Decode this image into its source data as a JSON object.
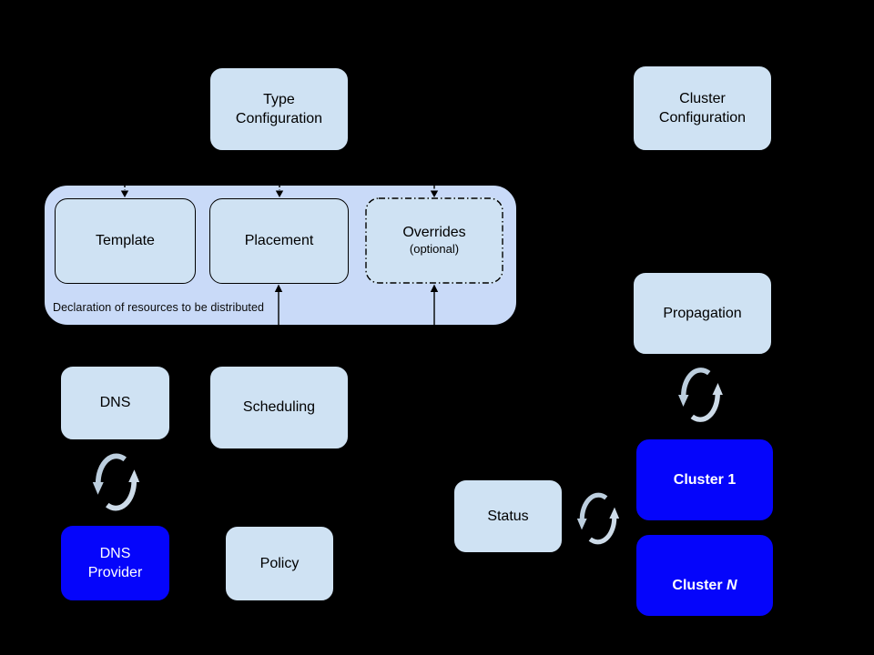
{
  "diagram": {
    "nodes": {
      "type_configuration": {
        "label": "Type\nConfiguration"
      },
      "cluster_configuration": {
        "label": "Cluster\nConfiguration"
      },
      "template": {
        "label": "Template"
      },
      "placement": {
        "label": "Placement"
      },
      "overrides": {
        "label": "Overrides",
        "sublabel": "(optional)"
      },
      "dns": {
        "label": "DNS"
      },
      "scheduling": {
        "label": "Scheduling"
      },
      "dns_provider": {
        "label": "DNS\nProvider"
      },
      "policy": {
        "label": "Policy"
      },
      "propagation": {
        "label": "Propagation"
      },
      "status": {
        "label": "Status"
      },
      "cluster_1": {
        "label": "Cluster 1"
      },
      "cluster_n": {
        "label_main": "Cluster ",
        "label_suffix": "N"
      }
    },
    "captions": {
      "declaration": "Declaration of resources to be distributed"
    },
    "icons": [
      "sync-icon-dns-provider",
      "sync-icon-propagation-cluster",
      "sync-icon-status-cluster"
    ],
    "colors": {
      "background": "#000000",
      "light_box_fill": "#cfe2f3",
      "group_fill": "#c9daf8",
      "primary_blue_fill": "#0505fb",
      "sync_icon_light": "#cddbe8",
      "sync_icon_shade": "#bccede",
      "box_border": "#000000",
      "text_on_light": "#000000",
      "text_on_blue": "#ffffff"
    }
  }
}
